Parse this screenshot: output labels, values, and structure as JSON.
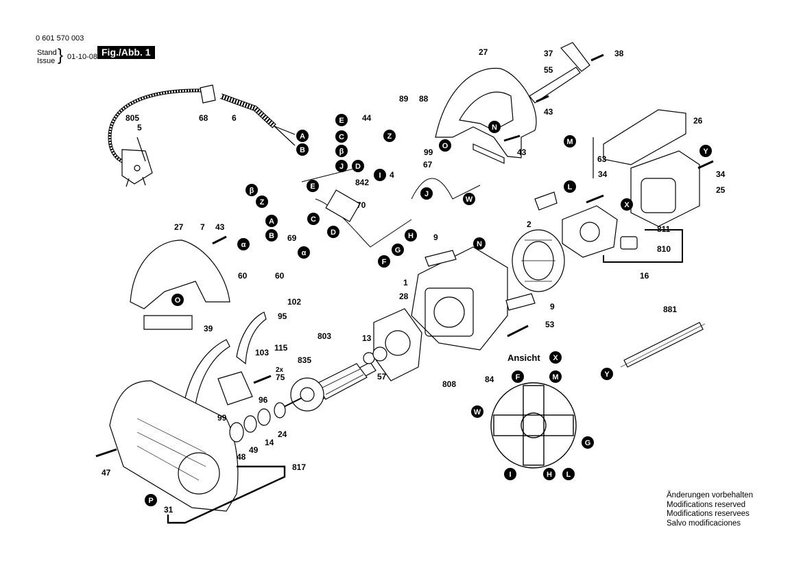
{
  "header": {
    "part_number": "0 601 570 003",
    "stand_label": "Stand",
    "issue_label": "Issue",
    "date": "01-10-08",
    "fig_label": "Fig./Abb. 1"
  },
  "notes": [
    "Änderungen vorbehalten",
    "Modifications reserved",
    "Modifications reservees",
    "Salvo modificaciones"
  ],
  "ansicht_label": "Ansicht",
  "part_numbers": {
    "p805": "805",
    "p5": "5",
    "p68": "68",
    "p6": "6",
    "p44": "44",
    "p4": "4",
    "p842": "842",
    "p89": "89",
    "p88": "88",
    "p99a": "99",
    "p27a": "27",
    "p37": "37",
    "p38": "38",
    "p55": "55",
    "p43a": "43",
    "p43b": "43",
    "p26": "26",
    "p63": "63",
    "p34a": "34",
    "p34b": "34",
    "p25": "25",
    "p67": "67",
    "p70": "70",
    "p69": "69",
    "p27b": "27",
    "p7": "7",
    "p43c": "43",
    "p60a": "60",
    "p60b": "60",
    "p2": "2",
    "p811": "811",
    "p810": "810",
    "p16": "16",
    "p9a": "9",
    "p9b": "9",
    "p1": "1",
    "p28": "28",
    "p53": "53",
    "p102": "102",
    "p95": "95",
    "p103": "103",
    "p115": "115",
    "p39": "39",
    "p803": "803",
    "p13": "13",
    "p835": "835",
    "p57": "57",
    "p808": "808",
    "p84": "84",
    "p881": "881",
    "p2x": "2x",
    "p75": "75",
    "p96": "96",
    "p99b": "99",
    "p48": "48",
    "p49": "49",
    "p14": "14",
    "p24": "24",
    "p817": "817",
    "p47": "47",
    "p31": "31"
  },
  "circle_labels": {
    "c_A1": "A",
    "c_B1": "B",
    "c_E1": "E",
    "c_C1": "C",
    "c_beta1": "β",
    "c_J1": "J",
    "c_D1": "D",
    "c_I1": "I",
    "c_Z1": "Z",
    "c_N1": "N",
    "c_O1": "O",
    "c_M1": "M",
    "c_L1": "L",
    "c_Y1": "Y",
    "c_X1": "X",
    "c_E2": "E",
    "c_J2": "J",
    "c_W1": "W",
    "c_C2": "C",
    "c_D2": "D",
    "c_H1": "H",
    "c_G1": "G",
    "c_F1": "F",
    "c_beta2": "β",
    "c_Z2": "Z",
    "c_alpha1": "α",
    "c_A2": "A",
    "c_B2": "B",
    "c_alpha2": "α",
    "c_O2": "O",
    "c_N2": "N",
    "c_X2": "X",
    "c_Y2": "Y",
    "c_F2": "F",
    "c_M2": "M",
    "c_W2": "W",
    "c_G2": "G",
    "c_I2": "I",
    "c_H2": "H",
    "c_L2": "L",
    "c_P": "P"
  }
}
